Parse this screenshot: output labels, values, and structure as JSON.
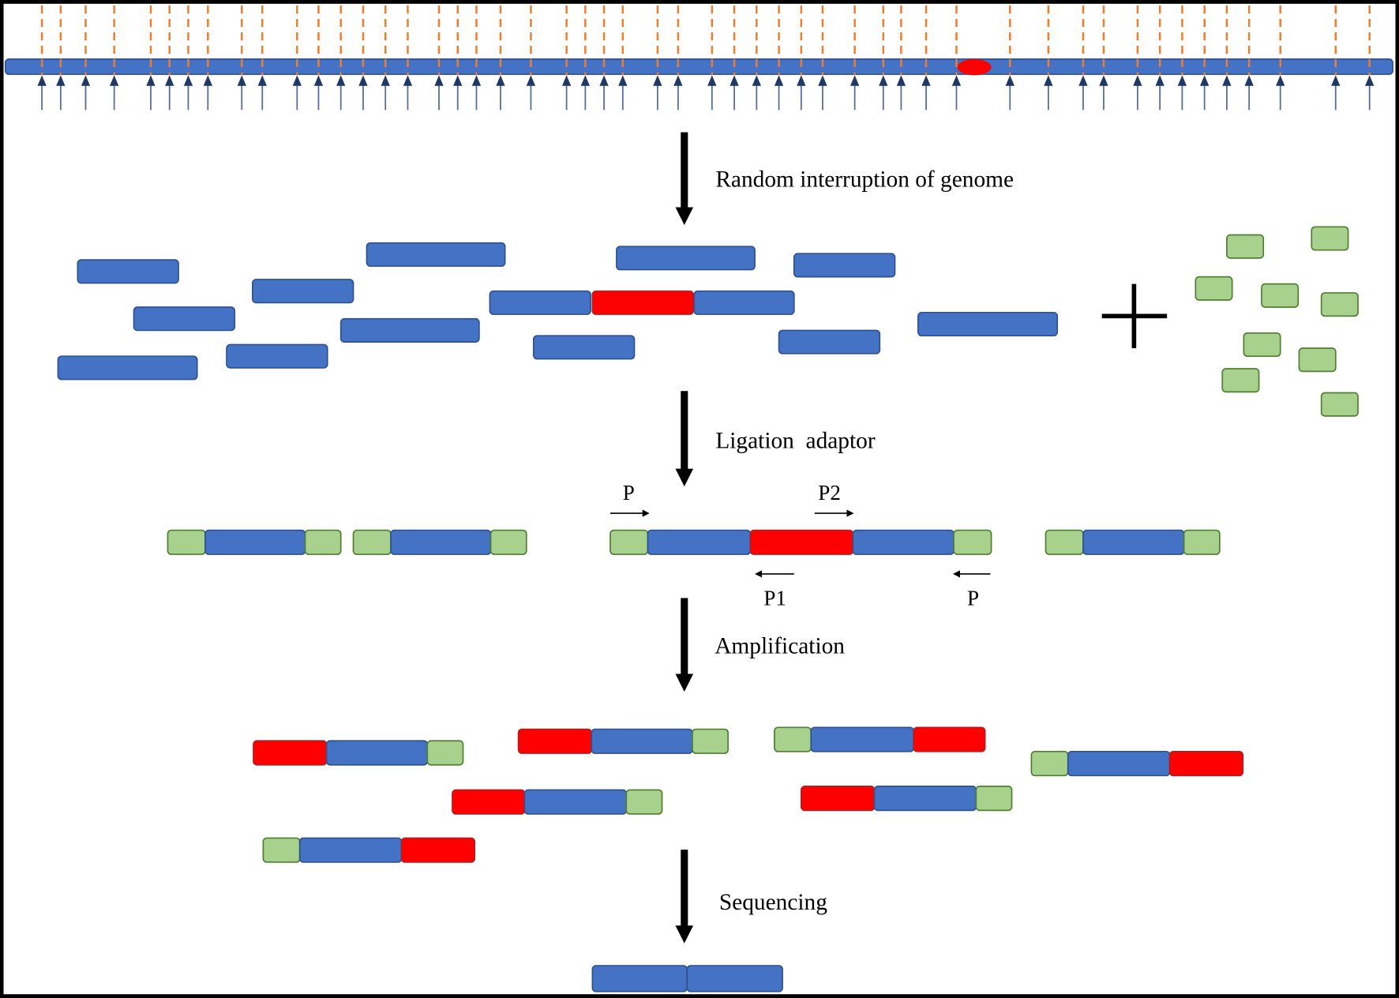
{
  "steps": {
    "random_interruption": "Random interruption of genome",
    "ligation": "Ligation  adaptor",
    "amplification": "Amplification",
    "sequencing": "Sequencing"
  },
  "primers": {
    "p_forward": "P",
    "p2": "P2",
    "p1": "P1",
    "p_reverse": "P"
  },
  "colors": {
    "genome_blue": "#4472C4",
    "genome_stroke": "#2F528F",
    "target_red": "#FF0000",
    "adaptor_green": "#A9D18E",
    "adaptor_stroke": "#507E32",
    "cut_orange": "#ED7D31",
    "cut_arrow_navy": "#1F3864"
  }
}
